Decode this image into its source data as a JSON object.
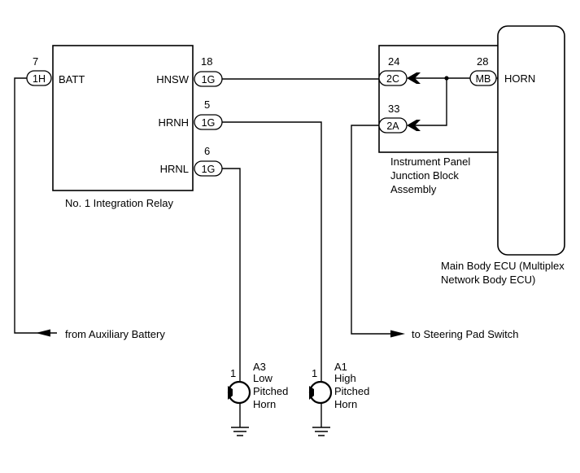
{
  "relay": {
    "name": "No. 1 Integration Relay",
    "pins": {
      "batt": {
        "number": "7",
        "connector": "1H",
        "signal": "BATT"
      },
      "hnsw": {
        "number": "18",
        "connector": "1G",
        "signal": "HNSW"
      },
      "hrnh": {
        "number": "5",
        "connector": "1G",
        "signal": "HRNH"
      },
      "hrnl": {
        "number": "6",
        "connector": "1G",
        "signal": "HRNL"
      }
    }
  },
  "junction_block": {
    "name_lines": [
      "Instrument Panel",
      "Junction Block",
      "Assembly"
    ],
    "pins": {
      "p24": {
        "number": "24",
        "connector": "2C"
      },
      "p33": {
        "number": "33",
        "connector": "2A"
      },
      "p28": {
        "number": "28",
        "connector": "MB"
      }
    }
  },
  "ecu": {
    "signal": "HORN",
    "name_lines": [
      "Main Body ECU (Multiplex",
      "Network Body ECU)"
    ]
  },
  "horns": {
    "low": {
      "pin": "1",
      "code": "A3",
      "name_lines": [
        "Low",
        "Pitched",
        "Horn"
      ]
    },
    "high": {
      "pin": "1",
      "code": "A1",
      "name_lines": [
        "High",
        "Pitched",
        "Horn"
      ]
    }
  },
  "notes": {
    "aux_battery": "from Auxiliary Battery",
    "steering": "to Steering Pad Switch"
  }
}
